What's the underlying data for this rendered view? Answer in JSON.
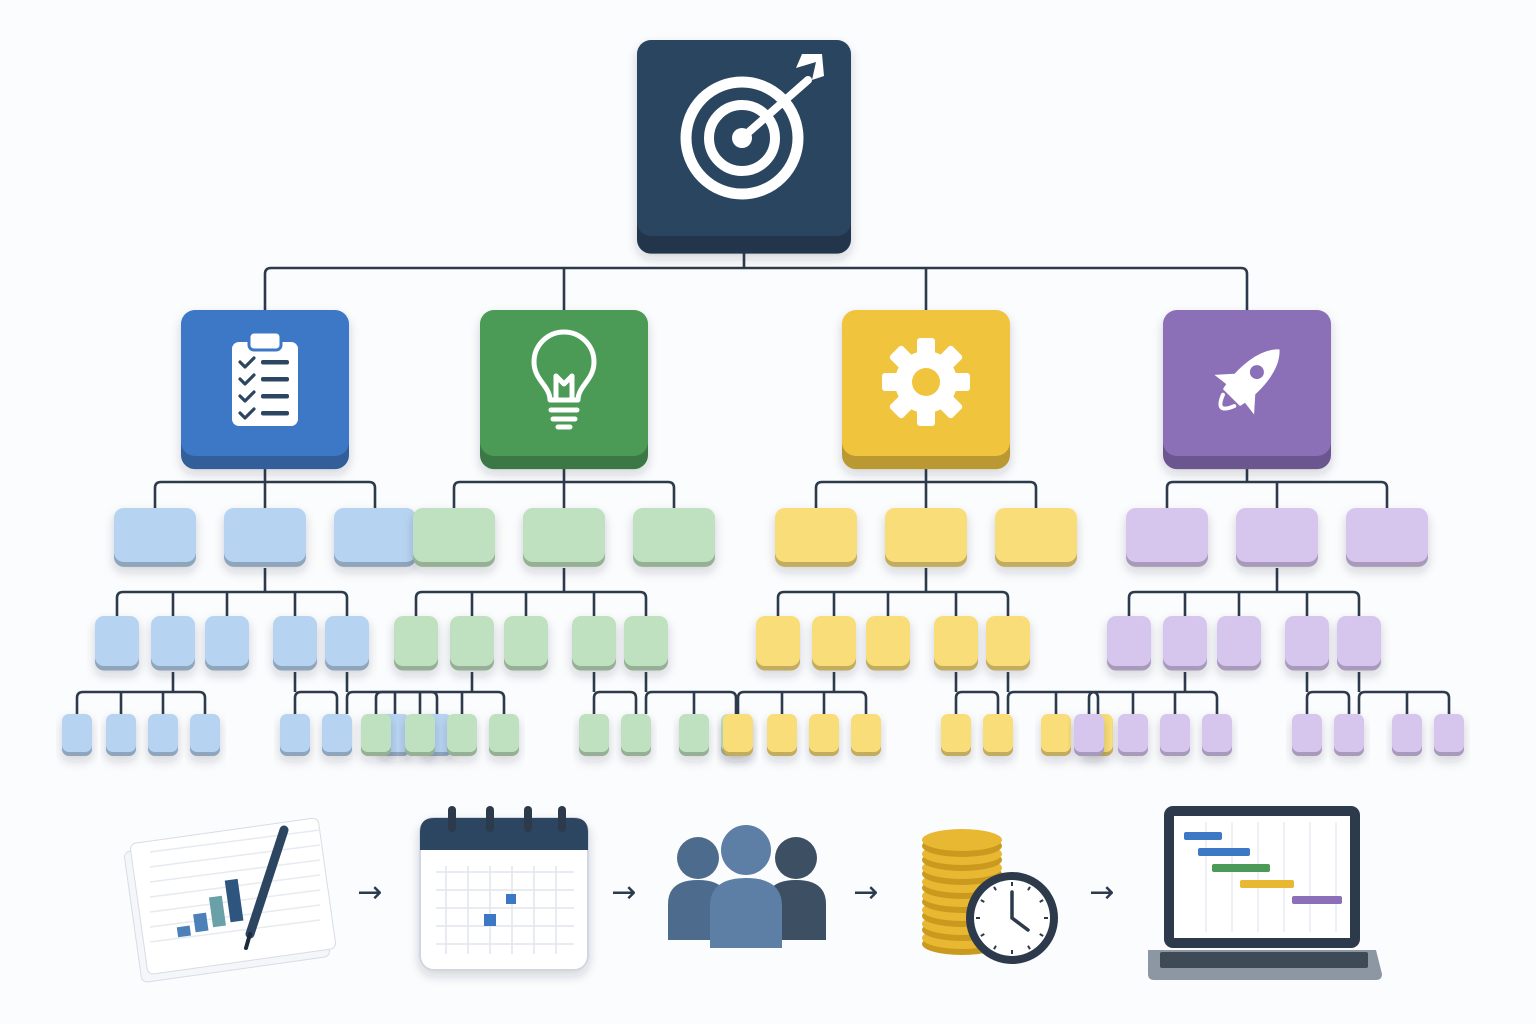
{
  "diagram": {
    "type": "work-breakdown-structure",
    "root": {
      "icon": "target-icon",
      "color": "#2c4560"
    },
    "branches": [
      {
        "key": "planning",
        "icon": "clipboard-checklist-icon",
        "color": "#3d78c6",
        "light": "#b6d3f1",
        "l2": [
          2,
          3,
          2
        ],
        "l3": [
          [
            2,
            1
          ],
          [
            3,
            2
          ],
          [
            2,
            1
          ]
        ],
        "l4": [
          [
            2,
            3
          ],
          [
            2,
            2,
            3
          ],
          [
            2,
            1
          ]
        ]
      },
      {
        "key": "ideation",
        "icon": "lightbulb-icon",
        "color": "#4c9a57",
        "light": "#bfe1bf",
        "l2": [
          2,
          3,
          2
        ],
        "l3": [
          [
            2,
            1
          ],
          [
            2,
            1
          ],
          [
            2,
            1
          ]
        ],
        "l4": [
          [
            3,
            2
          ],
          [
            2
          ],
          [
            2
          ]
        ]
      },
      {
        "key": "operations",
        "icon": "gear-icon",
        "color": "#f0c43d",
        "light": "#f8dd78",
        "l2": [
          2,
          3,
          2
        ],
        "l3": [
          [
            3,
            2
          ],
          [
            2,
            3
          ],
          [
            3,
            2
          ]
        ],
        "l4": [
          [
            3,
            2
          ],
          [
            2,
            2,
            3
          ],
          [
            2,
            2
          ]
        ]
      },
      {
        "key": "launch",
        "icon": "rocket-icon",
        "color": "#8b6fb8",
        "light": "#d6c6ee",
        "l2": [
          2,
          3,
          2
        ],
        "l3": [
          [
            2,
            1
          ],
          [
            2,
            1
          ],
          [
            2,
            1
          ]
        ],
        "l4": [
          [
            3,
            2
          ],
          [
            2
          ],
          [
            3
          ]
        ]
      }
    ]
  },
  "workflow": {
    "steps": [
      {
        "icon": "report-chart-icon"
      },
      {
        "icon": "calendar-icon"
      },
      {
        "icon": "team-icon"
      },
      {
        "icon": "budget-time-icon"
      },
      {
        "icon": "gantt-laptop-icon"
      }
    ],
    "arrow_glyph": "→",
    "colors": {
      "arrow": "#2b3a4f",
      "coins": "#e8b833",
      "people": "#4d6b8c"
    }
  }
}
